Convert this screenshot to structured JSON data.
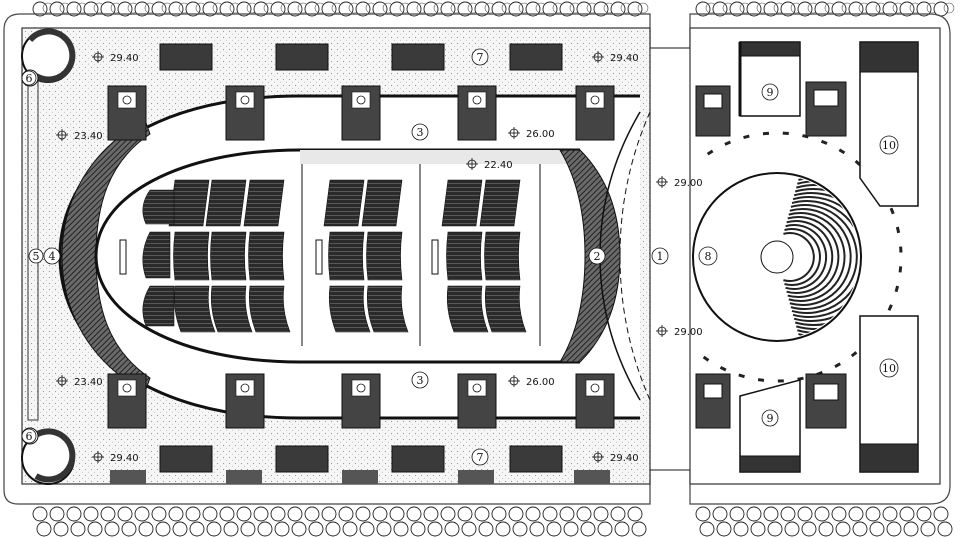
{
  "levels": {
    "top_left": "29.40",
    "top_right": "29.40",
    "bottom_left": "29.40",
    "bottom_right": "29.40",
    "upper_left": "23.40",
    "lower_left": "23.40",
    "upper_mid": "26.00",
    "lower_mid": "26.00",
    "hall": "22.40",
    "lobby_top": "29.00",
    "lobby_bottom": "29.00"
  },
  "zones": {
    "lobby": "1",
    "stage": "2",
    "corridor_top": "3",
    "corridor_bottom": "3",
    "rear_corridor": "4",
    "side_strip": "5",
    "stair_top": "6",
    "stair_bottom": "6",
    "terrace_top": "7",
    "terrace_bottom": "7",
    "small_hall": "8",
    "room_top": "9",
    "room_bottom": "9",
    "wing_top": "10",
    "wing_bottom": "10"
  }
}
